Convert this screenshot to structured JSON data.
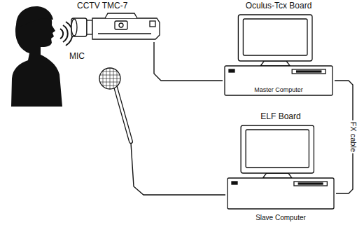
{
  "diagram": {
    "nodes": [
      {
        "text": [
          "CCTV  TMC-7"
        ]
      },
      {
        "text": [
          "MIC"
        ]
      },
      {
        "text": [
          "Oculus-Tcx Board",
          "Master Computer"
        ]
      },
      {
        "text": [
          "ELF Board",
          "Slave Computer"
        ]
      }
    ],
    "edges": [
      {
        "from": 0,
        "to": 2,
        "arrow": "none"
      },
      {
        "from": 1,
        "to": 3,
        "arrow": "none"
      },
      {
        "from": 2,
        "to": 3,
        "label": "FX cable",
        "arrow": "none"
      }
    ]
  }
}
